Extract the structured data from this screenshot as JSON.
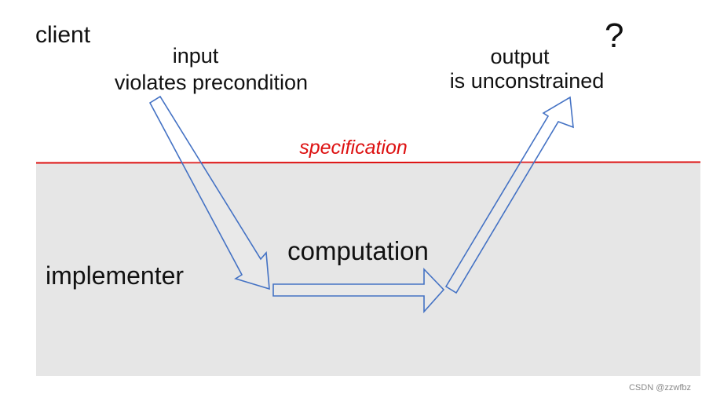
{
  "labels": {
    "client": "client",
    "input_line1": "input",
    "input_line2": "violates precondition",
    "output_line1": "output",
    "output_line2": "is unconstrained",
    "question": "?",
    "specification": "specification",
    "computation": "computation",
    "implementer": "implementer"
  },
  "watermark": "CSDN @zzwfbz",
  "colors": {
    "implementer_region": "#e6e6e6",
    "specification_line": "#dd1111",
    "arrow_stroke": "#4472c4",
    "arrow_fill": "#ffffff",
    "text": "#111111"
  }
}
